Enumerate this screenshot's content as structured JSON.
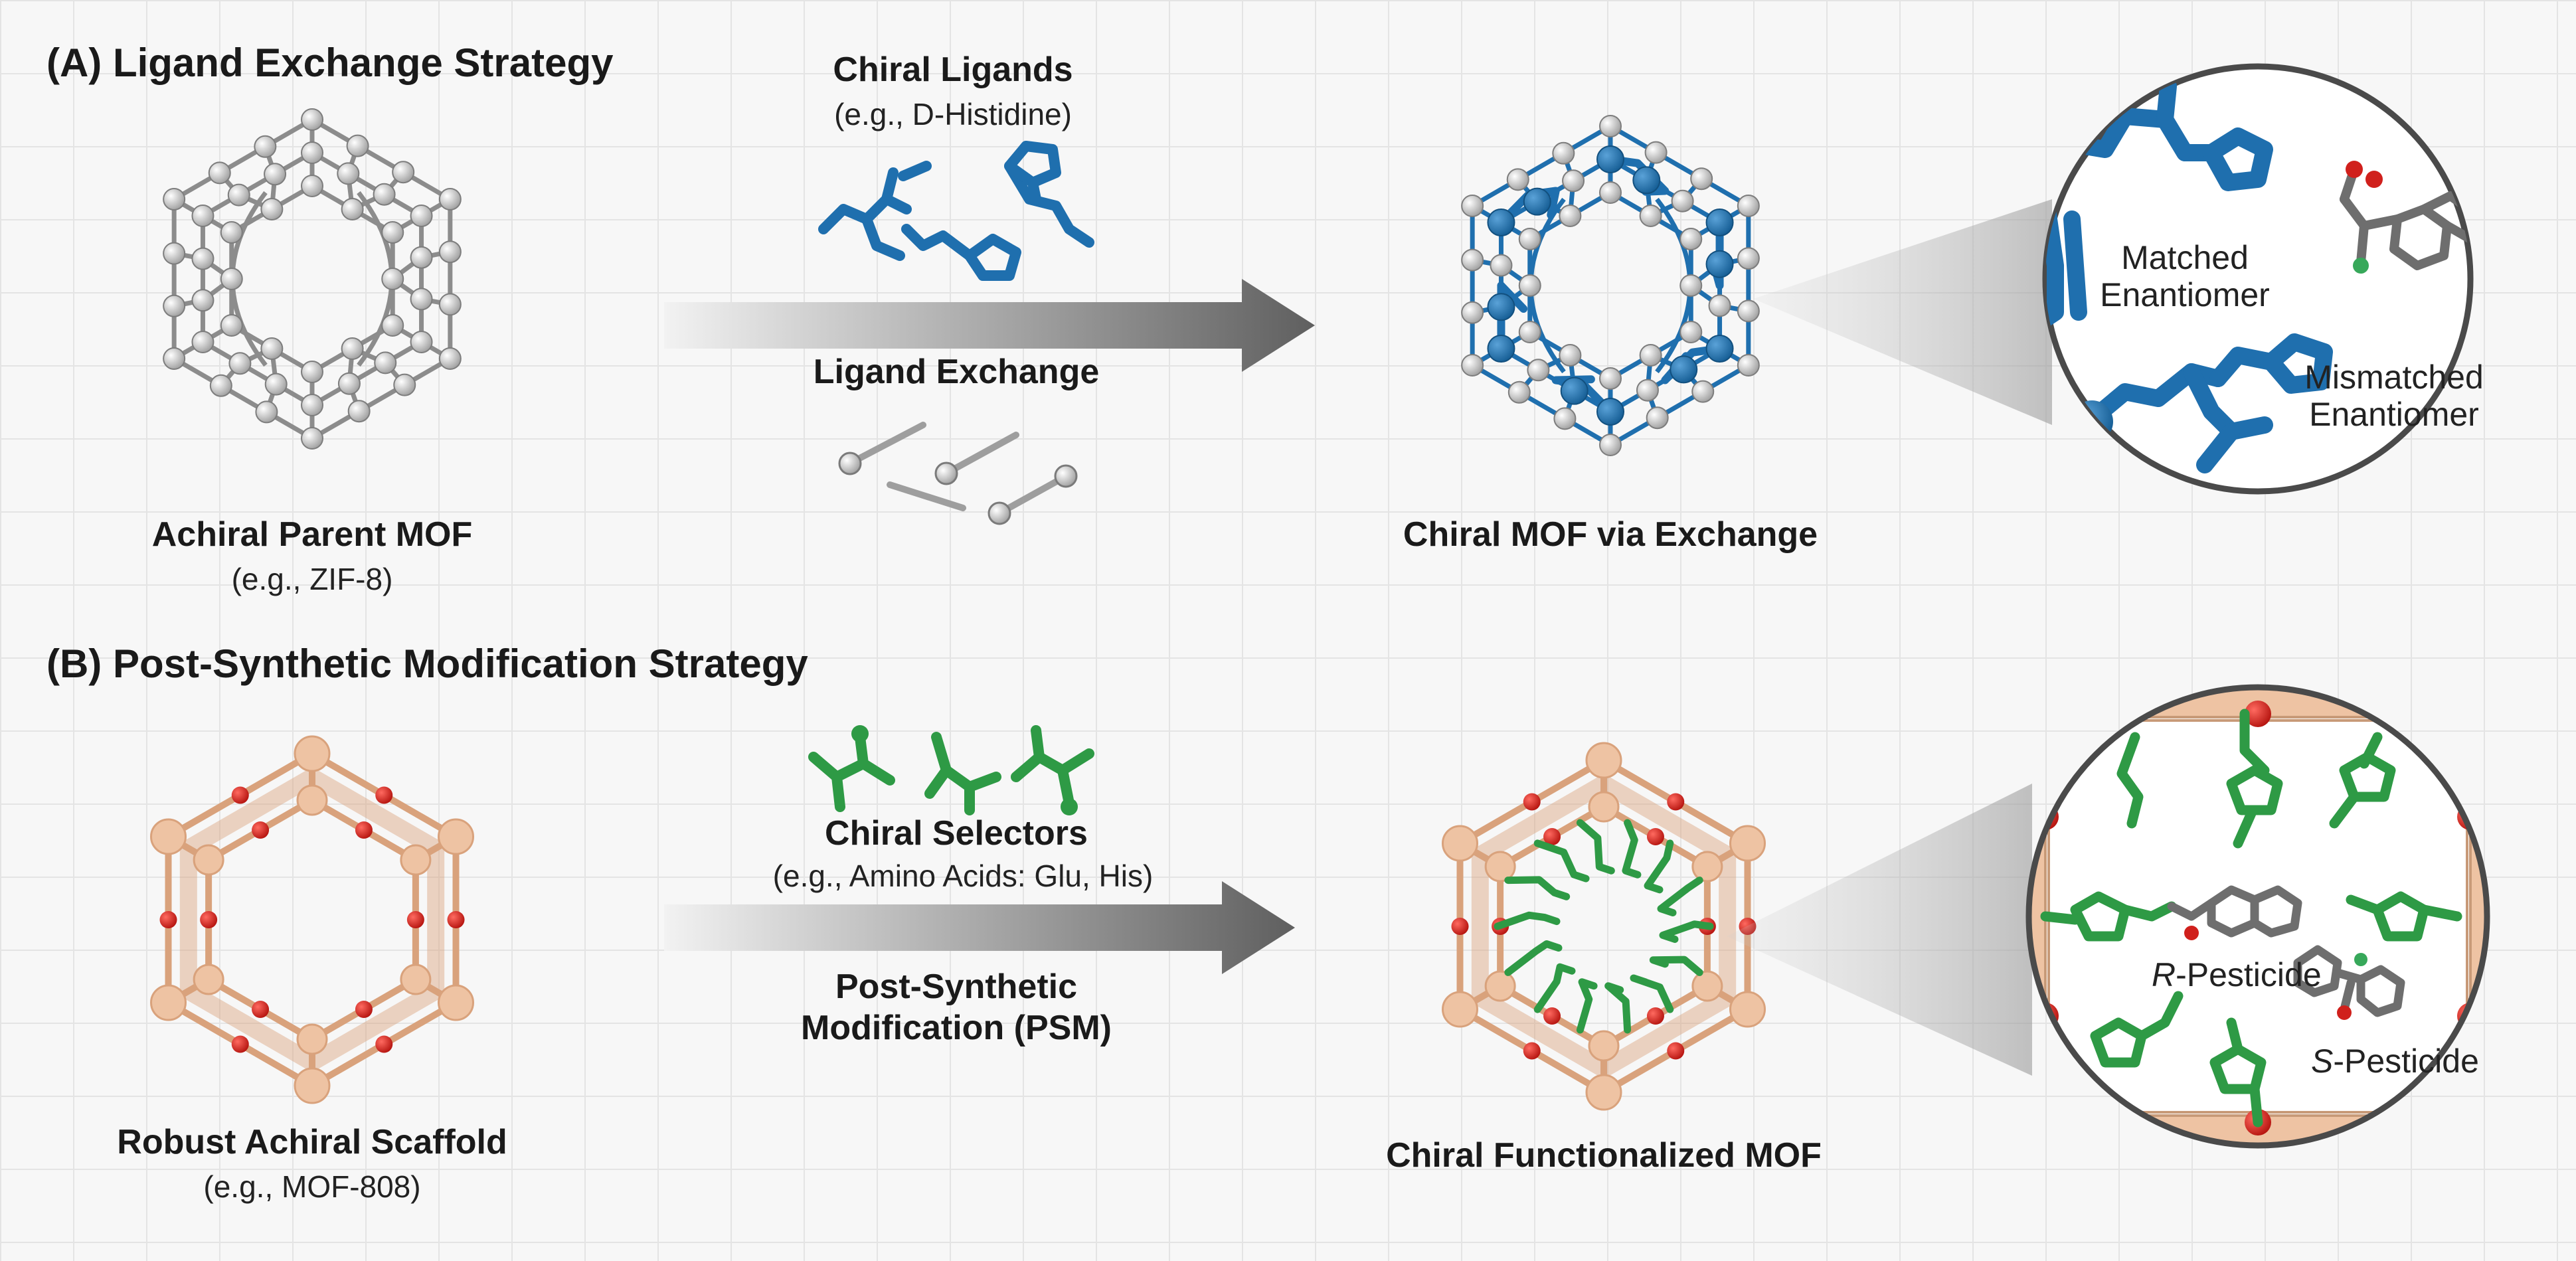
{
  "colors": {
    "metal_node": "#bdbdbd",
    "blue_ligand": "#1f6fae",
    "green_ligand": "#2e9a45",
    "scaffold_tan": "#eec3a3",
    "red_node": "#d0201c",
    "arrow_gray": "#6b6b6b"
  },
  "section_a": {
    "title": "(A) Ligand Exchange Strategy",
    "parent_label": "Achiral Parent MOF",
    "parent_example": "(e.g., ZIF-8)",
    "reagent_label": "Chiral Ligands",
    "reagent_example": "(e.g., D-Histidine)",
    "process_label": "Ligand Exchange",
    "product_label": "Chiral MOF via Exchange",
    "zoom_matched_line1": "Matched",
    "zoom_matched_line2": "Enantiomer",
    "zoom_mismatched_line1": "Mismatched",
    "zoom_mismatched_line2": "Enantiomer"
  },
  "section_b": {
    "title": "(B) Post-Synthetic Modification Strategy",
    "parent_label": "Robust Achiral Scaffold",
    "parent_example": "(e.g., MOF-808)",
    "reagent_label": "Chiral Selectors",
    "reagent_example": "(e.g., Amino Acids: Glu, His)",
    "process_line1": "Post-Synthetic",
    "process_line2": "Modification (PSM)",
    "product_label": "Chiral Functionalized MOF",
    "zoom_r_prefix": "R",
    "zoom_r_suffix": "-Pesticide",
    "zoom_s_prefix": "S",
    "zoom_s_suffix": "-Pesticide"
  }
}
